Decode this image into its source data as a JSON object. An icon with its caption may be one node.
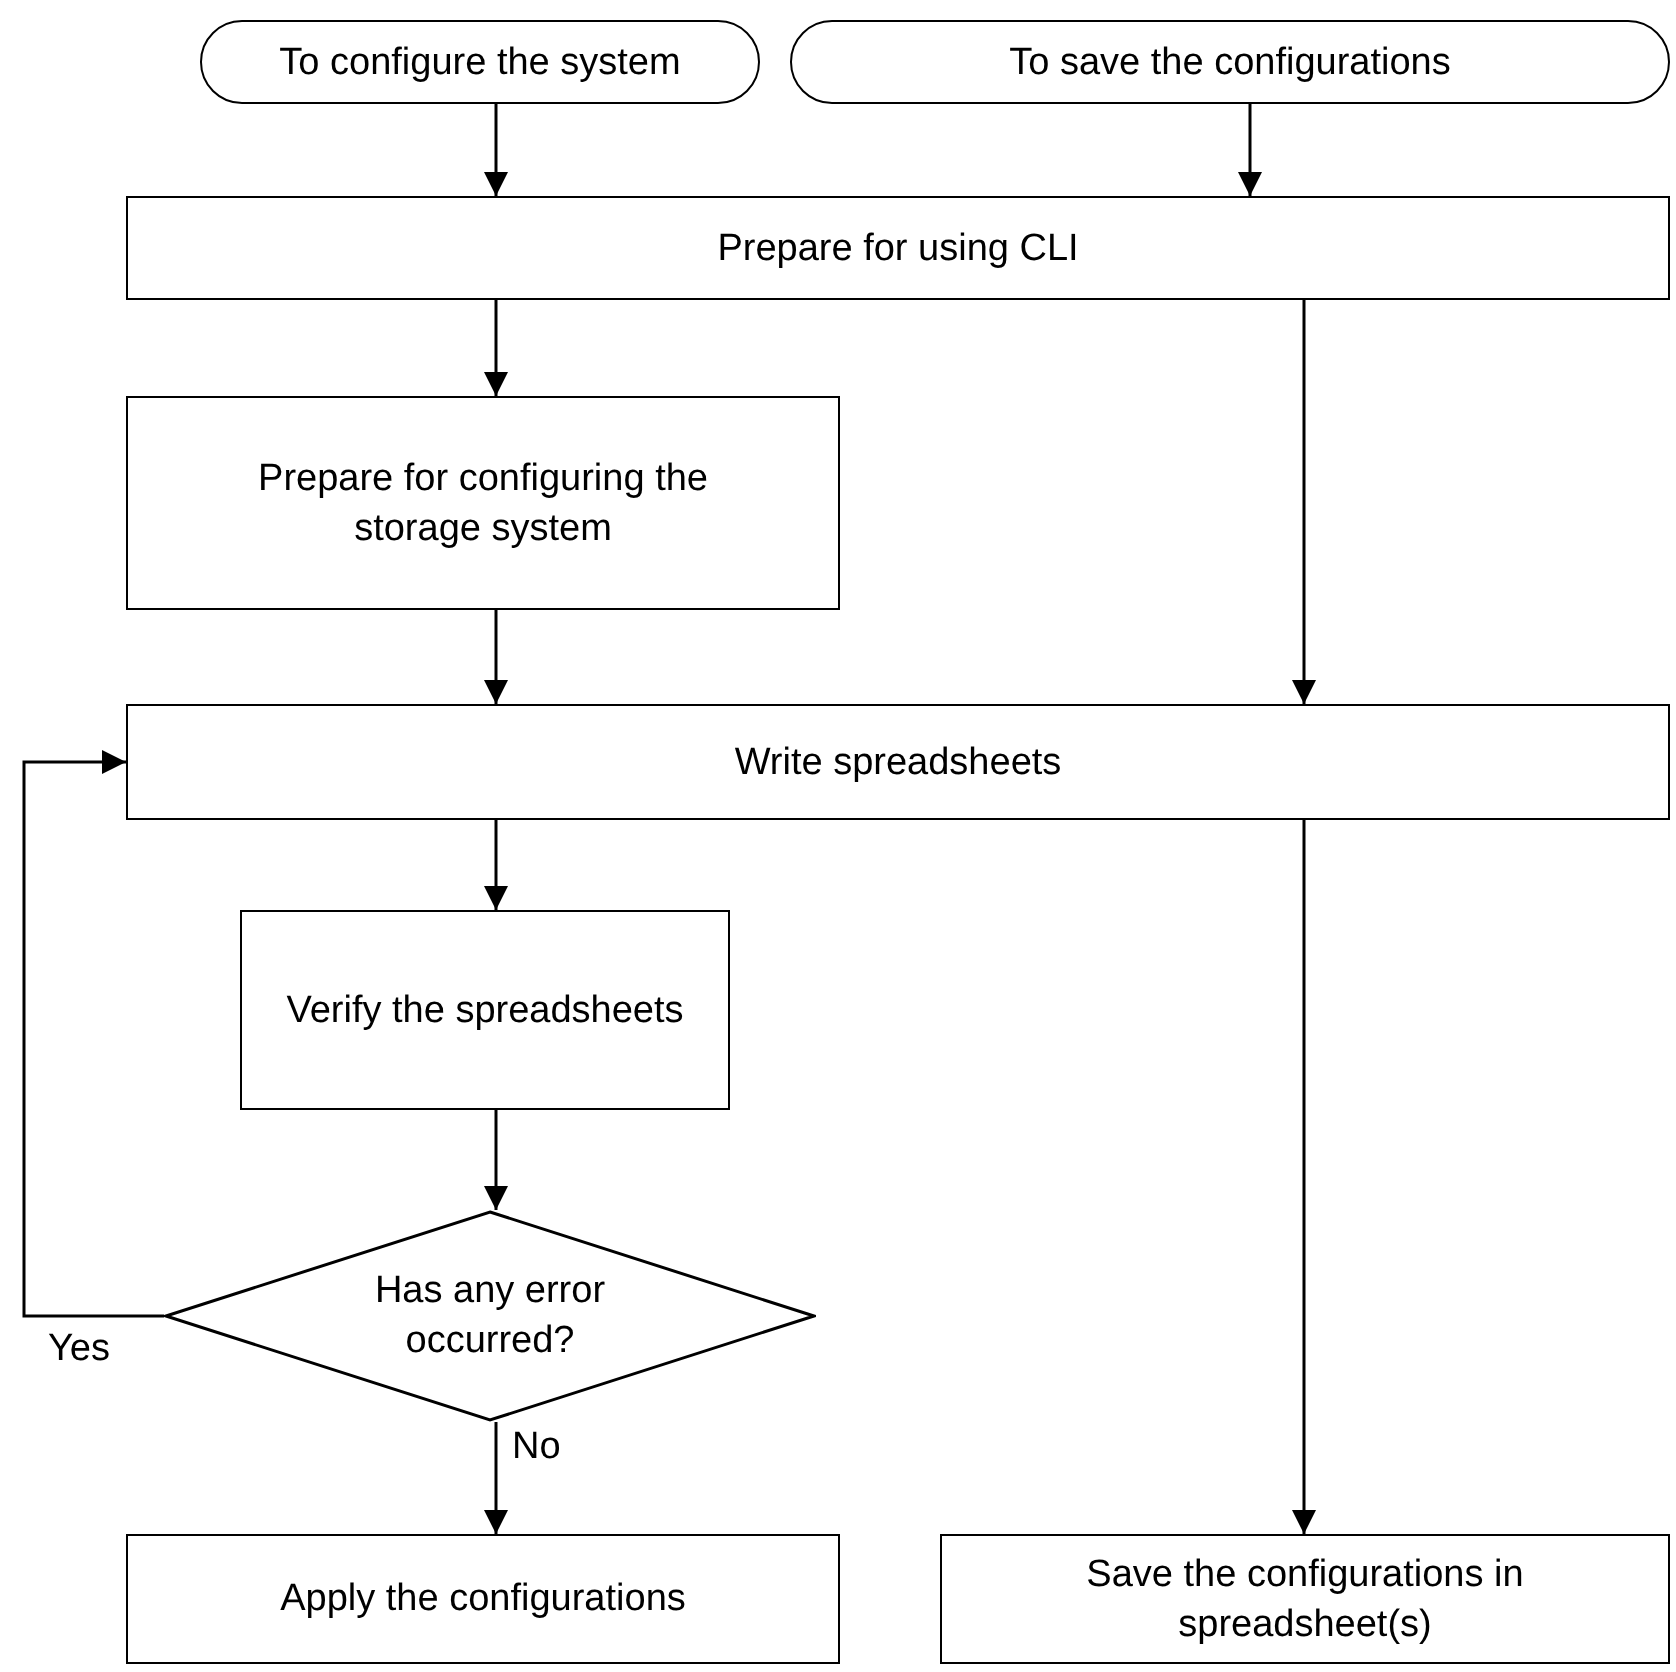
{
  "diagram": {
    "nodes": [
      {
        "text": [
          "To configure the system"
        ]
      },
      {
        "text": [
          "To save the configurations"
        ]
      },
      {
        "text": [
          "Prepare for using CLI"
        ]
      },
      {
        "text": [
          "Prepare for configuring the storage system"
        ]
      },
      {
        "text": [
          "Write spreadsheets"
        ]
      },
      {
        "text": [
          "Verify the spreadsheets"
        ]
      },
      {
        "text": [
          "Has any error occurred?"
        ]
      },
      {
        "text": [
          "Apply the configurations"
        ]
      },
      {
        "text": [
          "Save the configurations in spreadsheet(s)"
        ]
      }
    ],
    "edges": [
      {
        "from": 0,
        "to": 2,
        "arrow": "to"
      },
      {
        "from": 1,
        "to": 2,
        "arrow": "to"
      },
      {
        "from": 2,
        "to": 3,
        "arrow": "to"
      },
      {
        "from": 2,
        "to": 4,
        "arrow": "to"
      },
      {
        "from": 3,
        "to": 4,
        "arrow": "to"
      },
      {
        "from": 4,
        "to": 5,
        "arrow": "to"
      },
      {
        "from": 5,
        "to": 6,
        "arrow": "to"
      },
      {
        "from": 6,
        "to": 4,
        "arrow": "to",
        "label": "Yes"
      },
      {
        "from": 6,
        "to": 7,
        "arrow": "to",
        "label": "No"
      },
      {
        "from": 4,
        "to": 8,
        "arrow": "to"
      }
    ]
  }
}
